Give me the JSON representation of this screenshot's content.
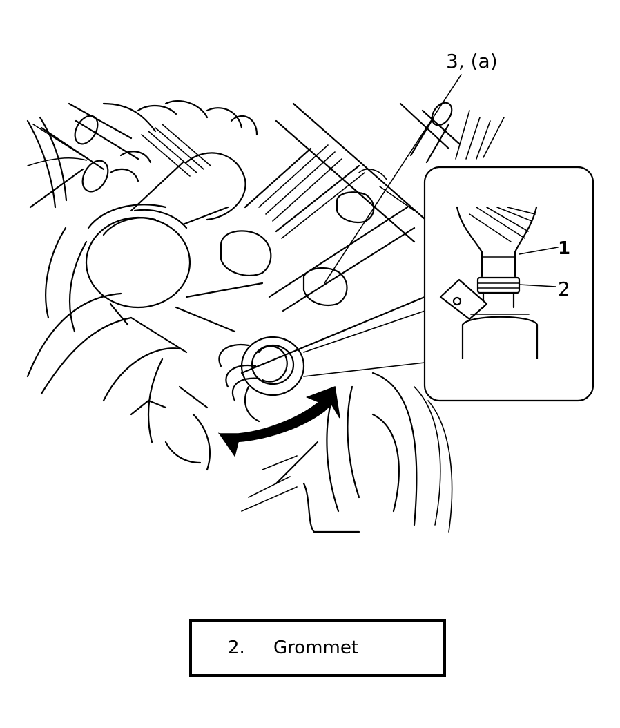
{
  "callouts": {
    "main": "3, (a)",
    "detail_1": "1",
    "detail_2": "2"
  },
  "caption": {
    "number": "2.",
    "name": "Grommet"
  }
}
